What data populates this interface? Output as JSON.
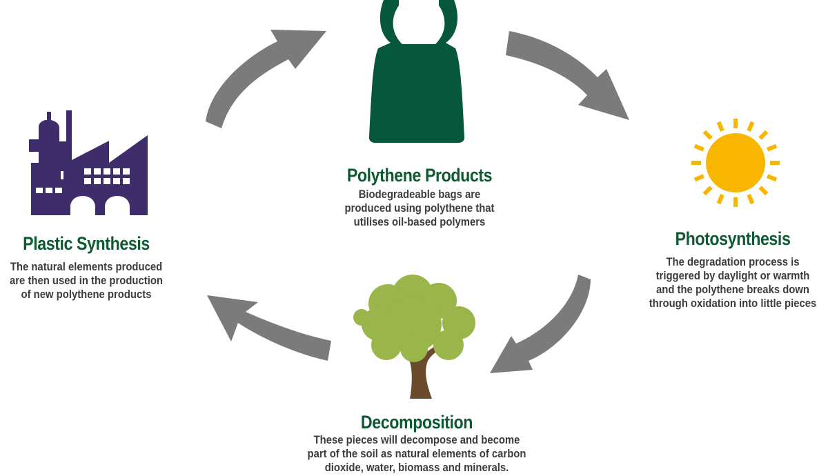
{
  "colors": {
    "arrow": "#7b7b7b",
    "bag": "#07573a",
    "sun": "#f9b600",
    "factory": "#3f2d6b",
    "tree_canopy": "#9ab54a",
    "tree_trunk": "#6b4b2c",
    "title": "#0d5a32",
    "text": "#3c3c3c"
  },
  "icons": {
    "top": "shopping-bag-icon",
    "right": "sun-icon",
    "bottom": "tree-icon",
    "left": "factory-icon"
  },
  "stages": {
    "polythene": {
      "title": "Polythene Products",
      "lines": [
        "Biodegradeable bags are",
        "produced using polythene that",
        "utilises oil-based polymers"
      ]
    },
    "photosynthesis": {
      "title": "Photosynthesis",
      "lines": [
        "The degradation process is",
        "triggered by daylight or warmth",
        "and the polythene breaks down",
        "through oxidation into little pieces"
      ]
    },
    "decomposition": {
      "title": "Decomposition",
      "lines": [
        "These pieces will decompose and become",
        "part of the soil as natural elements of carbon",
        "dioxide, water, biomass and minerals."
      ]
    },
    "plastic": {
      "title": "Plastic Synthesis",
      "lines": [
        "The natural elements produced",
        "are then used in the production",
        "of new polythene products"
      ]
    }
  }
}
